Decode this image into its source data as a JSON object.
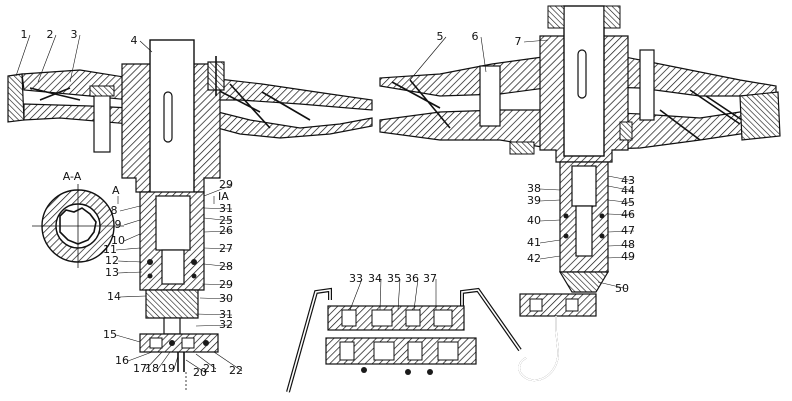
{
  "section": {
    "title": "A-A",
    "mark_left": "A",
    "mark_right": "IA"
  },
  "callouts": {
    "left_top": [
      {
        "n": "1",
        "part": "callout-1"
      },
      {
        "n": "2",
        "part": "callout-2"
      },
      {
        "n": "3",
        "part": "callout-3"
      },
      {
        "n": "4",
        "part": "callout-4"
      }
    ],
    "left_side": [
      "8",
      "9",
      "10",
      "11",
      "12",
      "13",
      "14"
    ],
    "left_right": [
      "29",
      "31",
      "25",
      "26",
      "27",
      "28",
      "29",
      "30",
      "31",
      "32"
    ],
    "left_bottom": [
      "15",
      "16",
      "17",
      "18",
      "19",
      "20",
      "21",
      "22"
    ],
    "right_top": [
      "5",
      "6",
      "7"
    ],
    "right_left": [
      "38",
      "39",
      "40",
      "41",
      "42"
    ],
    "right_right": [
      "43",
      "44",
      "45",
      "46",
      "47",
      "48",
      "49",
      "50"
    ],
    "middle": [
      "33",
      "34",
      "35",
      "36",
      "37"
    ]
  }
}
